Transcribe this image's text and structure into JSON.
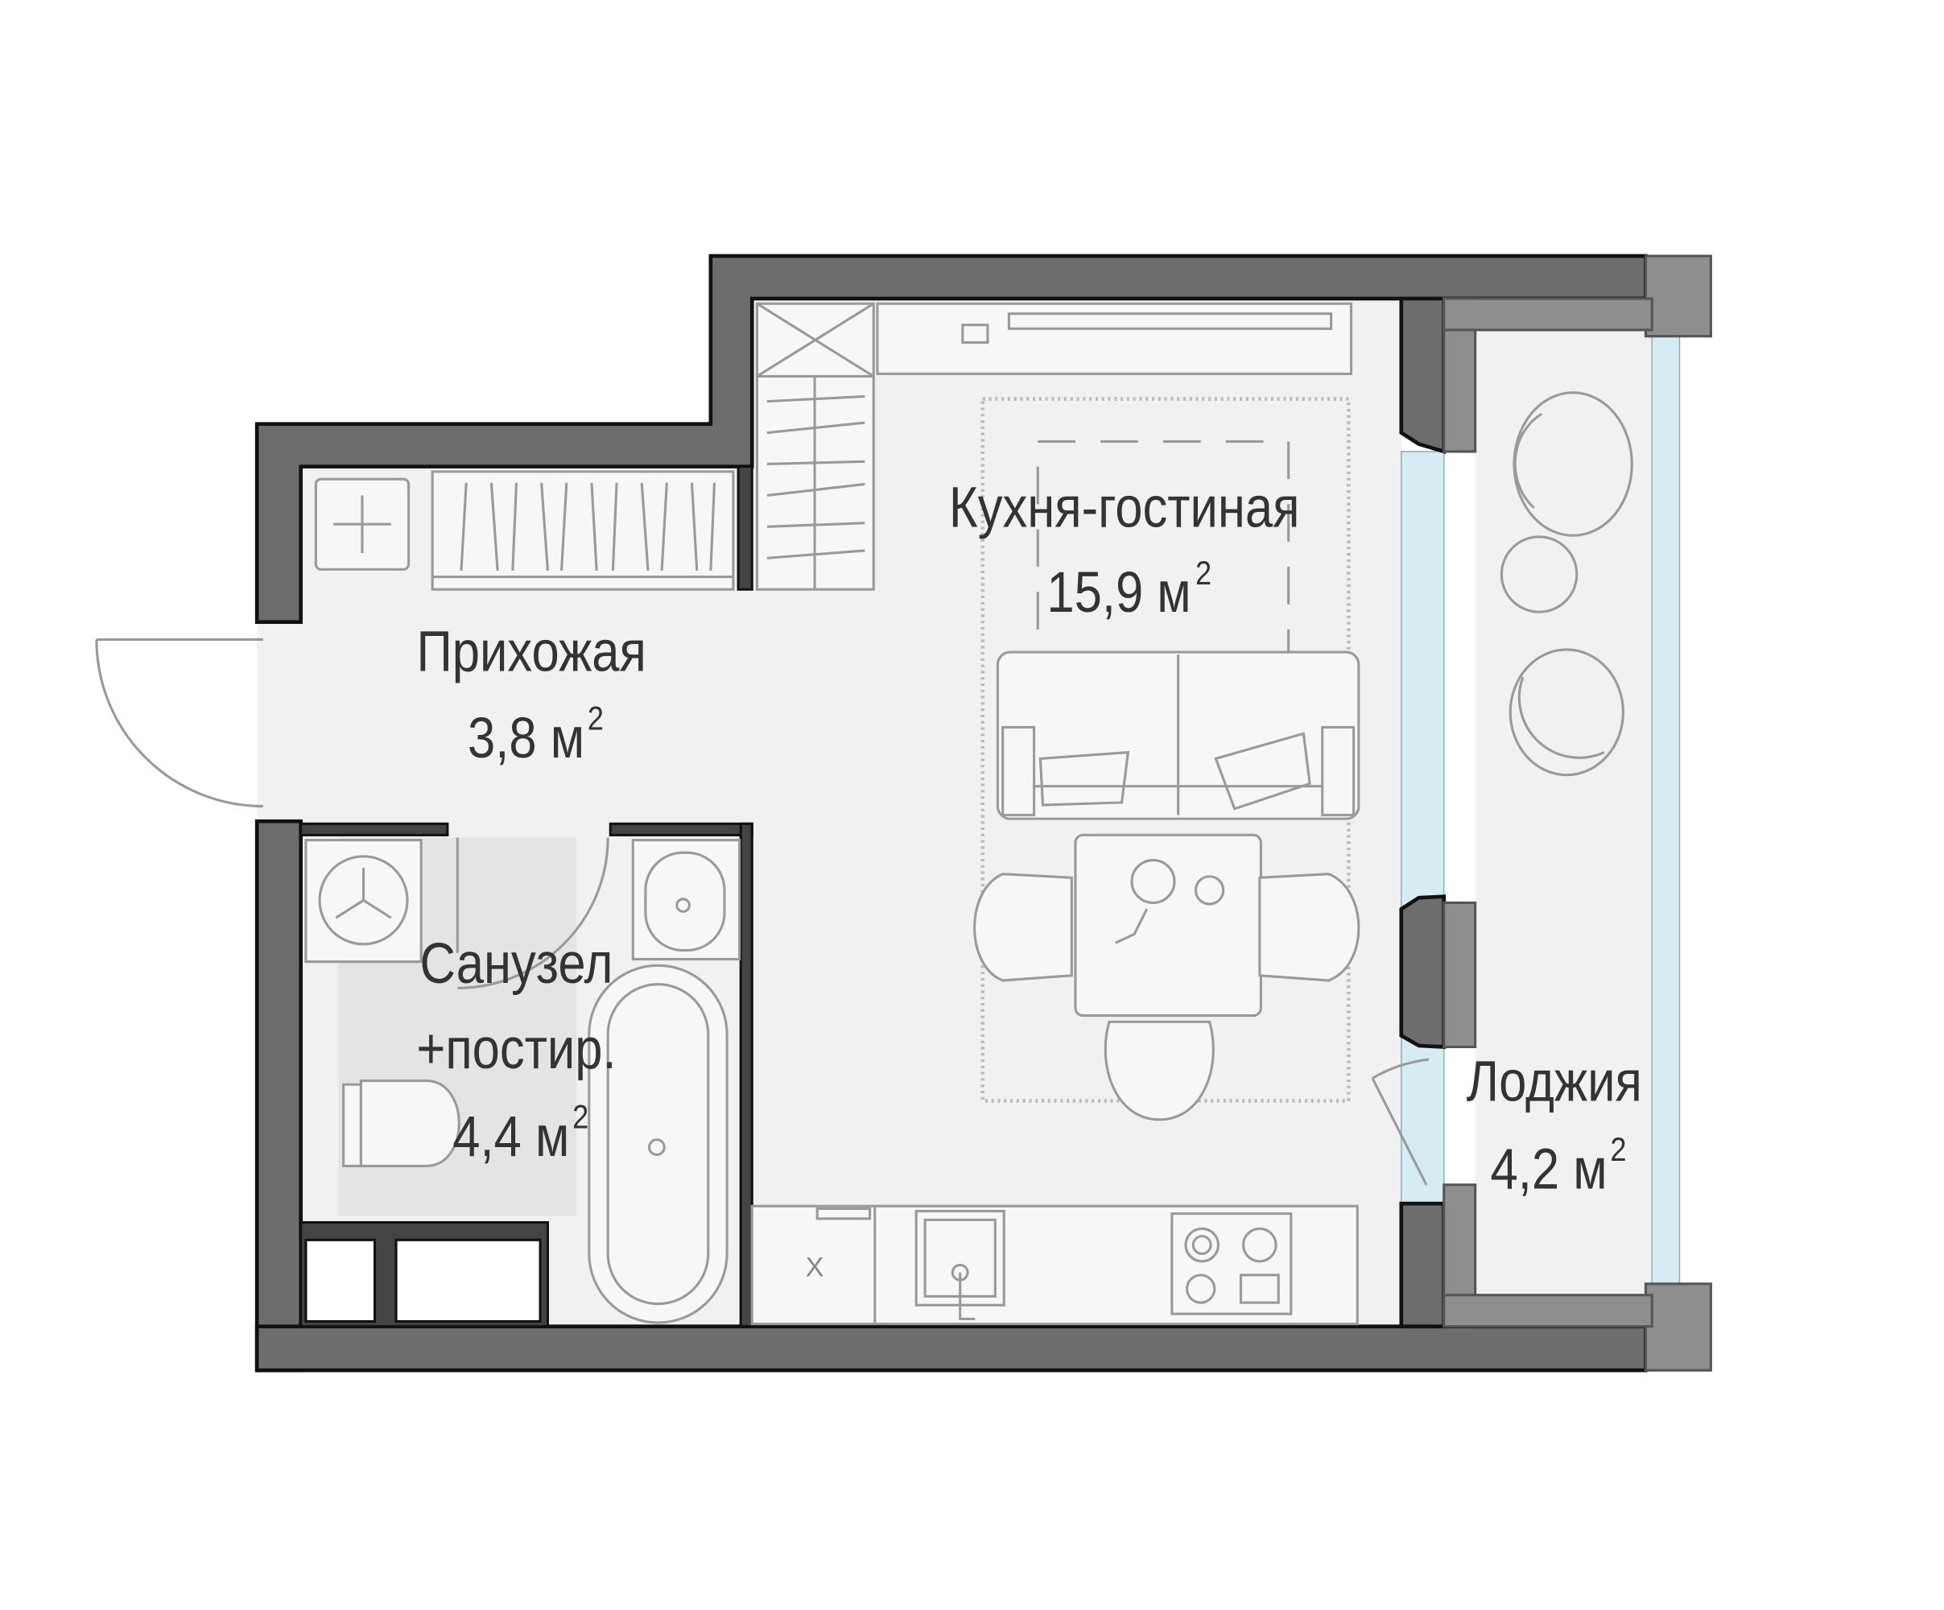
{
  "plan": {
    "rooms": [
      {
        "name": "Кухня-гостиная",
        "area": "15,9 м",
        "unit_sup": "2"
      },
      {
        "name": "Прихожая",
        "area": "3,8 м",
        "unit_sup": "2"
      },
      {
        "name": "Санузел",
        "name2": "+постир.",
        "area": "4,4 м",
        "unit_sup": "2"
      },
      {
        "name": "Лоджия",
        "area": "4,2 м",
        "unit_sup": "2"
      }
    ],
    "cabinet_mark": "X",
    "colors": {
      "wall": "#6d6d6d",
      "floor": "#f1f1f1",
      "glass": "#d6ecf3",
      "tile": "#e4e4e4"
    }
  }
}
